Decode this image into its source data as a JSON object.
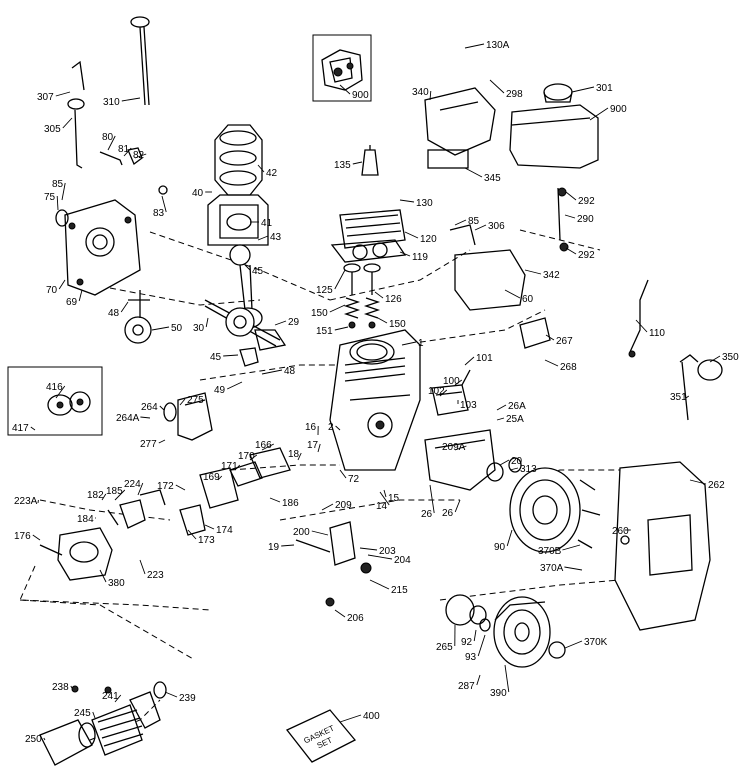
{
  "labels": [
    {
      "id": "130A",
      "text": "130A"
    },
    {
      "id": "298",
      "text": "298"
    },
    {
      "id": "301",
      "text": "301"
    },
    {
      "id": "900b",
      "text": "900"
    },
    {
      "id": "340",
      "text": "340"
    },
    {
      "id": "900a",
      "text": "900"
    },
    {
      "id": "307",
      "text": "307"
    },
    {
      "id": "310",
      "text": "310"
    },
    {
      "id": "305",
      "text": "305"
    },
    {
      "id": "80",
      "text": "80"
    },
    {
      "id": "81",
      "text": "81"
    },
    {
      "id": "82",
      "text": "82"
    },
    {
      "id": "85a",
      "text": "85"
    },
    {
      "id": "75",
      "text": "75"
    },
    {
      "id": "83",
      "text": "83"
    },
    {
      "id": "42",
      "text": "42"
    },
    {
      "id": "40",
      "text": "40"
    },
    {
      "id": "41",
      "text": "41"
    },
    {
      "id": "43",
      "text": "43"
    },
    {
      "id": "135",
      "text": "135"
    },
    {
      "id": "345",
      "text": "345"
    },
    {
      "id": "292a",
      "text": "292"
    },
    {
      "id": "290",
      "text": "290"
    },
    {
      "id": "292b",
      "text": "292"
    },
    {
      "id": "130",
      "text": "130"
    },
    {
      "id": "120",
      "text": "120"
    },
    {
      "id": "119",
      "text": "119"
    },
    {
      "id": "85b",
      "text": "85"
    },
    {
      "id": "306",
      "text": "306"
    },
    {
      "id": "70",
      "text": "70"
    },
    {
      "id": "69",
      "text": "69"
    },
    {
      "id": "45a",
      "text": "45"
    },
    {
      "id": "125",
      "text": "125"
    },
    {
      "id": "126",
      "text": "126"
    },
    {
      "id": "342",
      "text": "342"
    },
    {
      "id": "60",
      "text": "60"
    },
    {
      "id": "48a",
      "text": "48"
    },
    {
      "id": "50",
      "text": "50"
    },
    {
      "id": "30",
      "text": "30"
    },
    {
      "id": "29",
      "text": "29"
    },
    {
      "id": "150a",
      "text": "150"
    },
    {
      "id": "150b",
      "text": "150"
    },
    {
      "id": "151",
      "text": "151"
    },
    {
      "id": "110",
      "text": "110"
    },
    {
      "id": "267",
      "text": "267"
    },
    {
      "id": "1",
      "text": "1"
    },
    {
      "id": "268",
      "text": "268"
    },
    {
      "id": "350",
      "text": "350"
    },
    {
      "id": "45b",
      "text": "45"
    },
    {
      "id": "48b",
      "text": "48"
    },
    {
      "id": "49",
      "text": "49"
    },
    {
      "id": "101",
      "text": "101"
    },
    {
      "id": "100",
      "text": "100"
    },
    {
      "id": "416",
      "text": "416"
    },
    {
      "id": "351",
      "text": "351"
    },
    {
      "id": "275",
      "text": "275"
    },
    {
      "id": "264",
      "text": "264"
    },
    {
      "id": "102",
      "text": "102"
    },
    {
      "id": "103",
      "text": "103"
    },
    {
      "id": "26A",
      "text": "26A"
    },
    {
      "id": "25A",
      "text": "25A"
    },
    {
      "id": "264A",
      "text": "264A"
    },
    {
      "id": "417",
      "text": "417"
    },
    {
      "id": "16",
      "text": "16"
    },
    {
      "id": "2",
      "text": "2"
    },
    {
      "id": "277",
      "text": "277"
    },
    {
      "id": "166",
      "text": "166"
    },
    {
      "id": "17",
      "text": "17"
    },
    {
      "id": "209A",
      "text": "209A"
    },
    {
      "id": "170",
      "text": "170"
    },
    {
      "id": "18",
      "text": "18"
    },
    {
      "id": "20",
      "text": "20"
    },
    {
      "id": "313",
      "text": "313"
    },
    {
      "id": "262",
      "text": "262"
    },
    {
      "id": "171",
      "text": "171"
    },
    {
      "id": "169",
      "text": "169"
    },
    {
      "id": "72",
      "text": "72"
    },
    {
      "id": "224",
      "text": "224"
    },
    {
      "id": "172",
      "text": "172"
    },
    {
      "id": "182",
      "text": "182"
    },
    {
      "id": "185",
      "text": "185"
    },
    {
      "id": "186",
      "text": "186"
    },
    {
      "id": "14",
      "text": "14"
    },
    {
      "id": "15",
      "text": "15"
    },
    {
      "id": "223A",
      "text": "223A"
    },
    {
      "id": "209",
      "text": "209"
    },
    {
      "id": "26a",
      "text": "26"
    },
    {
      "id": "26b",
      "text": "26"
    },
    {
      "id": "260",
      "text": "260"
    },
    {
      "id": "184",
      "text": "184"
    },
    {
      "id": "174",
      "text": "174"
    },
    {
      "id": "176",
      "text": "176"
    },
    {
      "id": "173",
      "text": "173"
    },
    {
      "id": "200",
      "text": "200"
    },
    {
      "id": "90",
      "text": "90"
    },
    {
      "id": "370B",
      "text": "370B"
    },
    {
      "id": "19",
      "text": "19"
    },
    {
      "id": "203",
      "text": "203"
    },
    {
      "id": "204",
      "text": "204"
    },
    {
      "id": "370A",
      "text": "370A"
    },
    {
      "id": "380",
      "text": "380"
    },
    {
      "id": "223",
      "text": "223"
    },
    {
      "id": "215",
      "text": "215"
    },
    {
      "id": "206",
      "text": "206"
    },
    {
      "id": "265",
      "text": "265"
    },
    {
      "id": "92",
      "text": "92"
    },
    {
      "id": "93",
      "text": "93"
    },
    {
      "id": "370K",
      "text": "370K"
    },
    {
      "id": "238",
      "text": "238"
    },
    {
      "id": "241",
      "text": "241"
    },
    {
      "id": "239",
      "text": "239"
    },
    {
      "id": "245",
      "text": "245"
    },
    {
      "id": "287",
      "text": "287"
    },
    {
      "id": "390",
      "text": "390"
    },
    {
      "id": "400",
      "text": "400"
    },
    {
      "id": "250",
      "text": "250"
    }
  ],
  "gasket_kit": {
    "line1": "GASKET",
    "line2": "SET"
  }
}
